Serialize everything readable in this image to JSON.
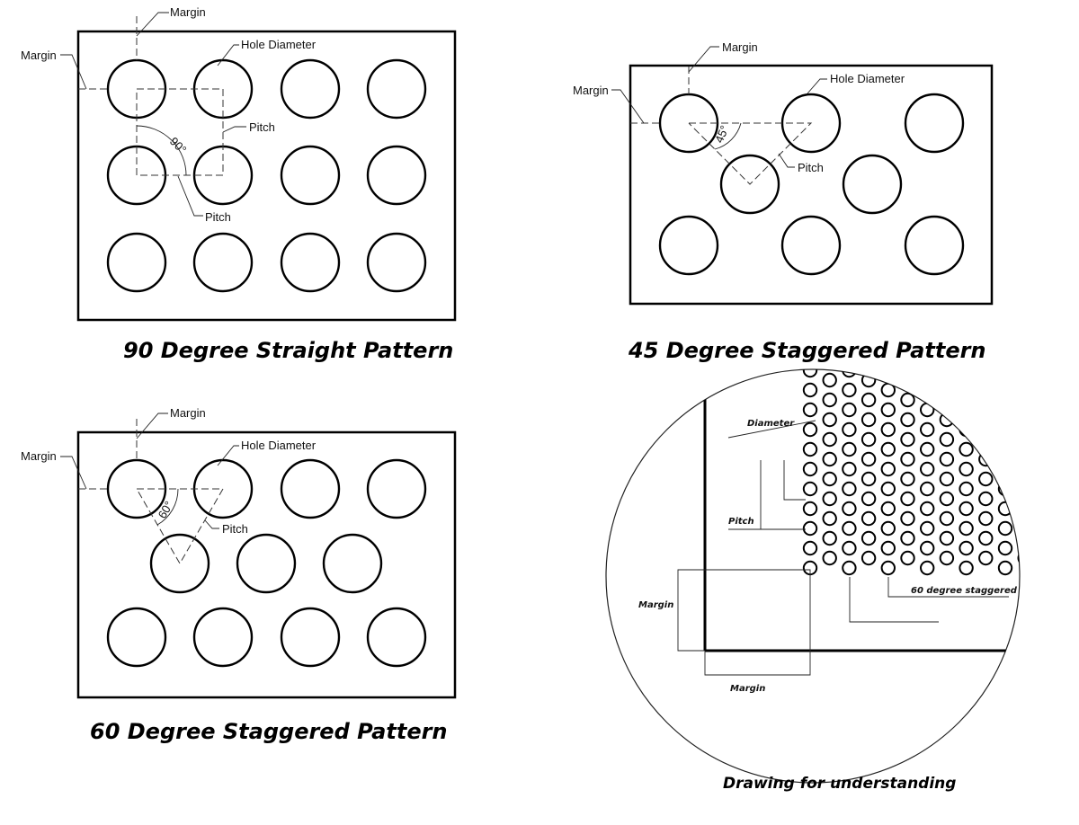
{
  "labels": {
    "margin": "Margin",
    "hole_diameter": "Hole Diameter",
    "pitch": "Pitch",
    "angle_90": "90°",
    "angle_45": "45°",
    "angle_60": "60°"
  },
  "captions": {
    "straight": "90 Degree Straight Pattern",
    "stag45": "45 Degree Staggered Pattern",
    "stag60": "60 Degree Staggered Pattern",
    "understanding": "Drawing for understanding"
  },
  "inset": {
    "diameter": "Diameter",
    "pitch": "Pitch",
    "margin": "Margin",
    "stag60": "60 degree staggered"
  }
}
